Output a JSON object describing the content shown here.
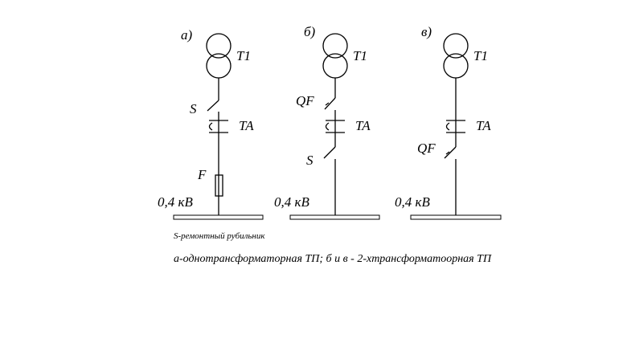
{
  "schemes": [
    {
      "label": "а)",
      "transformer": "T1",
      "top_switch": "S",
      "current_transformer": "TA",
      "bottom_device": "F",
      "bus_voltage": "0,4 кВ"
    },
    {
      "label": "б)",
      "transformer": "T1",
      "top_switch": "QF",
      "current_transformer": "TA",
      "bottom_device": "S",
      "bus_voltage": "0,4 кВ"
    },
    {
      "label": "в)",
      "transformer": "T1",
      "current_transformer": "TA",
      "bottom_device": "QF",
      "bus_voltage": "0,4 кВ"
    }
  ],
  "notes": {
    "switch_note": "S-ремонтный рубильник",
    "caption": "а-однотрансформаторная ТП;  б и в - 2-хтрансформатоорная ТП"
  }
}
